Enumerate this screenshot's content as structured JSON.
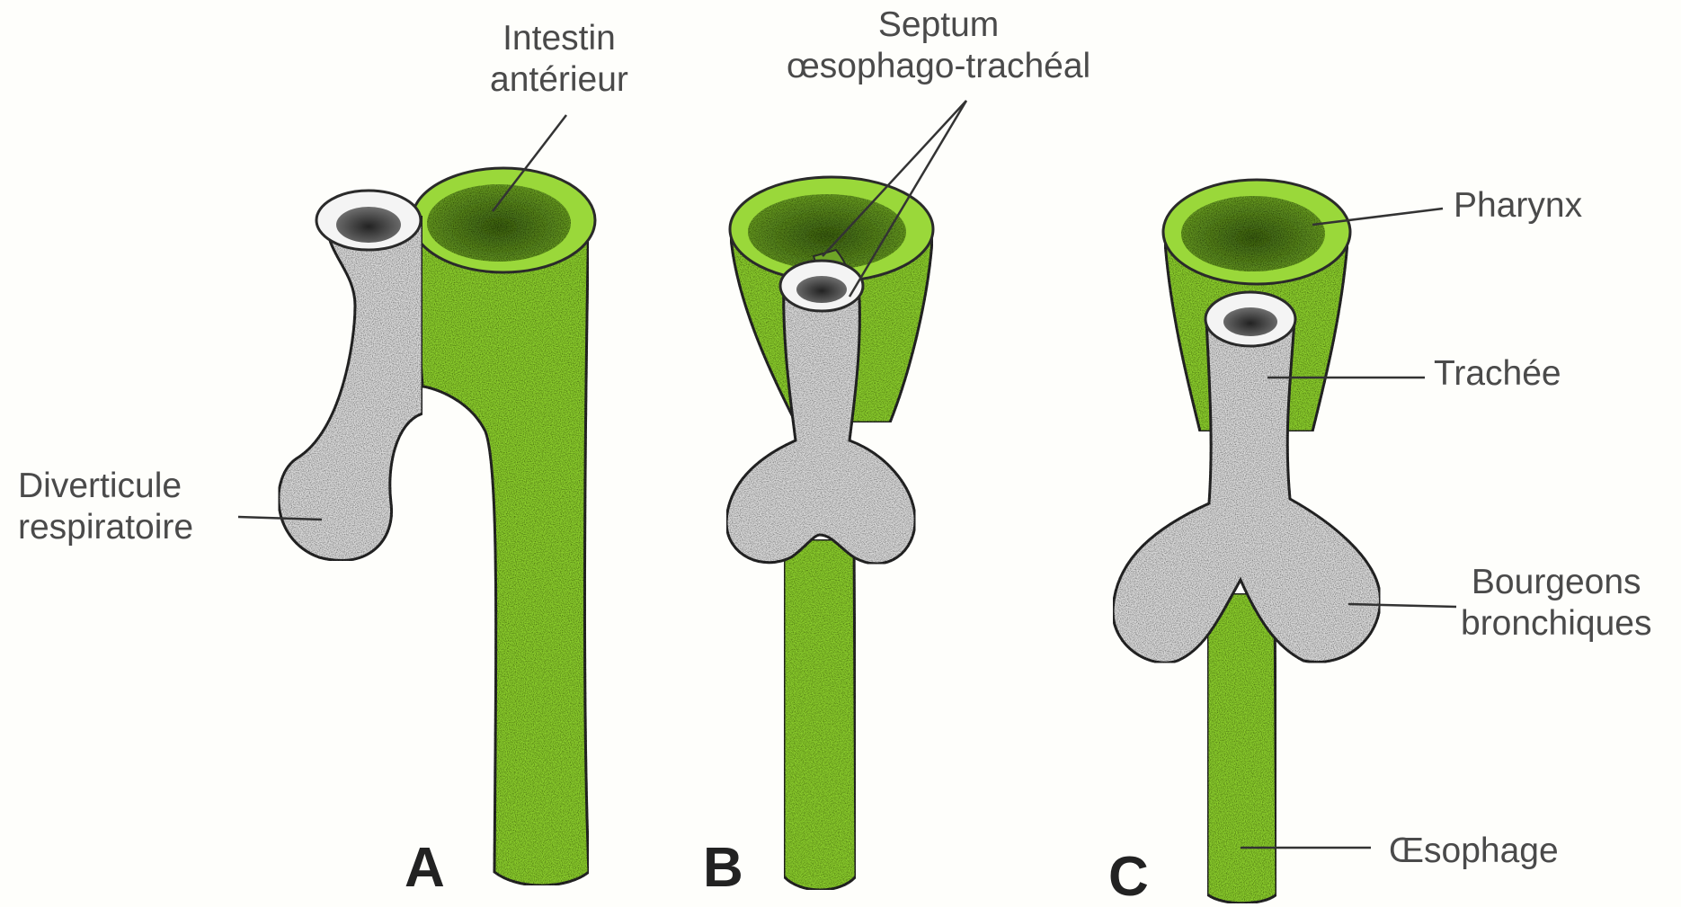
{
  "panels": {
    "a": "A",
    "b": "B",
    "c": "C"
  },
  "labels": {
    "intestin_line1": "Intestin",
    "intestin_line2": "antérieur",
    "septum_line1": "Septum",
    "septum_line2": "œsophago-trachéal",
    "diverticule_line1": "Diverticule",
    "diverticule_line2": "respiratoire",
    "pharynx": "Pharynx",
    "trachee": "Trachée",
    "bourgeons_line1": "Bourgeons",
    "bourgeons_line2": "bronchiques",
    "oesophage": "Œsophage"
  },
  "colors": {
    "gut_green": "#8ccf2e",
    "respiratory_gray": "#d9d9d9",
    "line": "#333333"
  }
}
